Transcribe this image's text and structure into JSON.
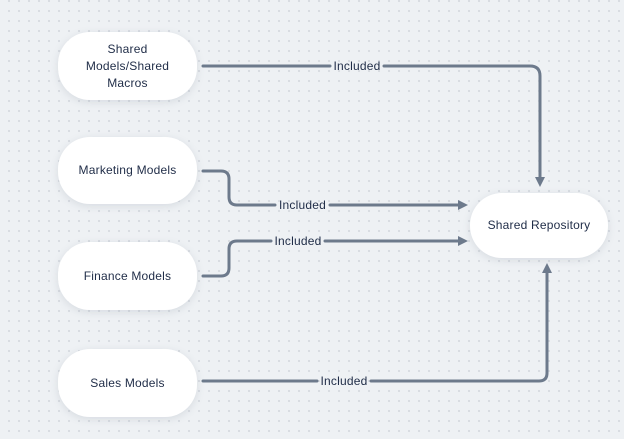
{
  "diagram": {
    "background_color": "#eef1f4",
    "dot_color": "#d7dbe1",
    "connector_color": "#6d7a8c",
    "node_fill": "#ffffff",
    "node_text_color": "#1f2c47",
    "nodes": {
      "shared_models": {
        "label": "Shared Models/Shared Macros"
      },
      "marketing": {
        "label": "Marketing Models"
      },
      "finance": {
        "label": "Finance Models"
      },
      "sales": {
        "label": "Sales Models"
      },
      "repository": {
        "label": "Shared Repository"
      }
    },
    "edges": [
      {
        "from": "Shared Models/Shared Macros",
        "to": "Shared Repository",
        "label": "Included"
      },
      {
        "from": "Marketing Models",
        "to": "Shared Repository",
        "label": "Included"
      },
      {
        "from": "Finance Models",
        "to": "Shared Repository",
        "label": "Included"
      },
      {
        "from": "Sales Models",
        "to": "Shared Repository",
        "label": "Included"
      }
    ]
  }
}
